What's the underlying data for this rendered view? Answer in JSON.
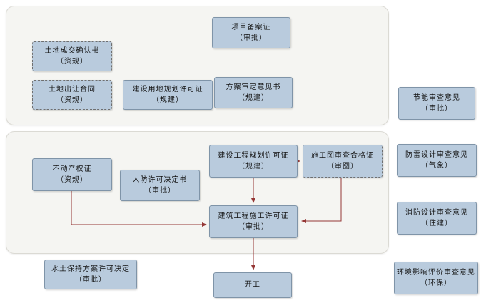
{
  "colors": {
    "box_fill": "#b9cbdd",
    "box_border": "#7f94a8",
    "container_fill": "#f5f5f2",
    "arrow": "#953735"
  },
  "stage1": {
    "project_filing_certificate": {
      "title": "项目备案证",
      "dept": "（审批）"
    },
    "land_transaction_confirmation": {
      "title": "土地成交确认书",
      "dept": "（资规）"
    },
    "land_transfer_contract": {
      "title": "土地出让合同",
      "dept": "（资规）"
    },
    "construction_land_planning_permit": {
      "title": "建设用地规划许可证",
      "dept": "（规建）"
    },
    "scheme_review_opinion": {
      "title": "方案审定意见书",
      "dept": "（规建）"
    }
  },
  "stage2": {
    "real_estate_certificate": {
      "title": "不动产权证",
      "dept": "（资规）"
    },
    "civil_air_defense_permit": {
      "title": "人防许可决定书",
      "dept": "（审批）"
    },
    "construction_project_planning_permit": {
      "title": "建设工程规划许可证",
      "dept": "（规建）"
    },
    "construction_drawing_review_certificate": {
      "title": "施工图审查合格证",
      "dept": "（审图）"
    },
    "construction_work_permit": {
      "title": "建筑工程施工许可证",
      "dept": "（审批）"
    },
    "start_construction": {
      "title": "开工"
    }
  },
  "side_notes": {
    "water_soil_conservation": {
      "title": "水土保持方案许可决定",
      "dept": "（审批）"
    },
    "energy_saving_review": {
      "title": "节能审查意见",
      "dept": "（审批）"
    },
    "lightning_protection_review": {
      "title": "防雷设计审查意见",
      "dept": "（气象）"
    },
    "fire_design_review": {
      "title": "消防设计审查意见",
      "dept": "（住建）"
    },
    "environmental_impact_review": {
      "title": "环境影响评价审查意见",
      "dept": "（环保）"
    }
  }
}
